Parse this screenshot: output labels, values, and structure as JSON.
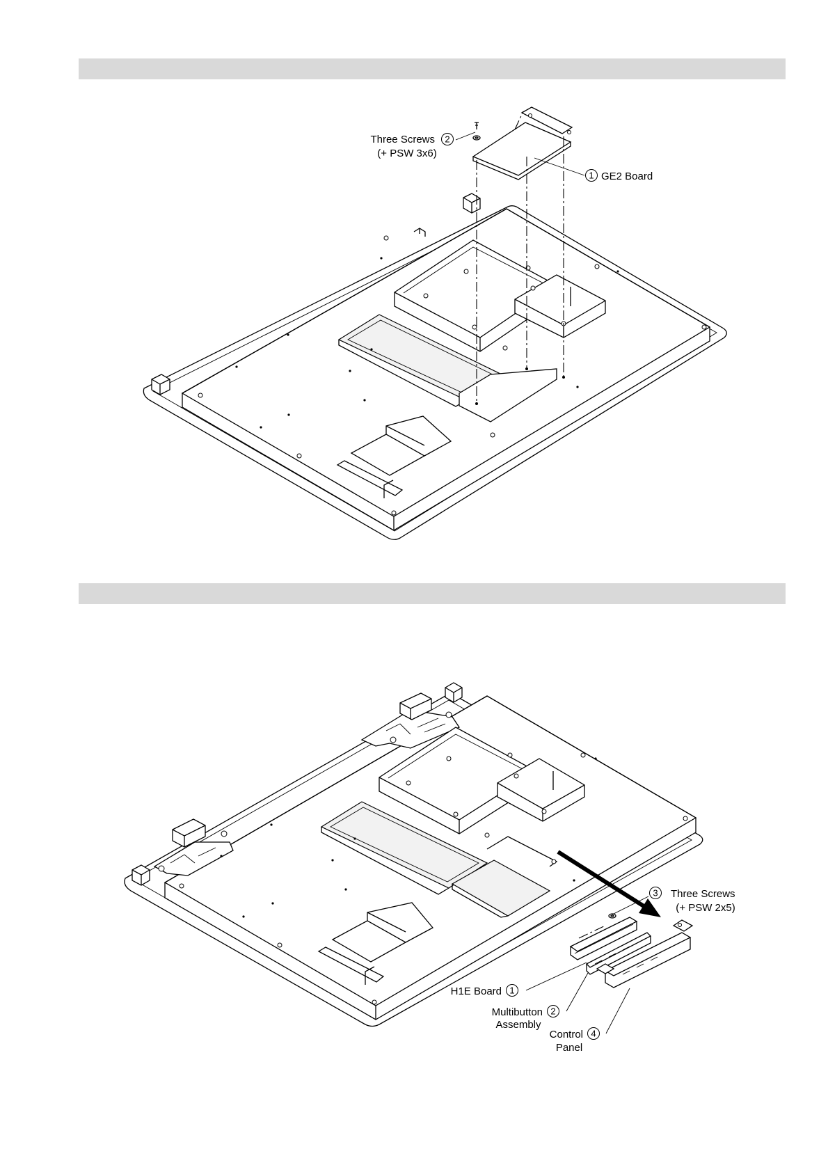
{
  "sections": [
    {
      "header": "",
      "callouts": [
        {
          "number": "2",
          "text": "Three Screws",
          "subtext": "(+ PSW 3x6)"
        },
        {
          "number": "1",
          "text": "GE2 Board",
          "subtext": ""
        }
      ]
    },
    {
      "header": "",
      "callouts": [
        {
          "number": "3",
          "text": "Three Screws",
          "subtext": "(+ PSW 2x5)"
        },
        {
          "number": "1",
          "text": "H1E Board",
          "subtext": ""
        },
        {
          "number": "2",
          "text": "Multibutton",
          "subtext": "Assembly"
        },
        {
          "number": "4",
          "text": "Control",
          "subtext": "Panel"
        }
      ]
    }
  ]
}
